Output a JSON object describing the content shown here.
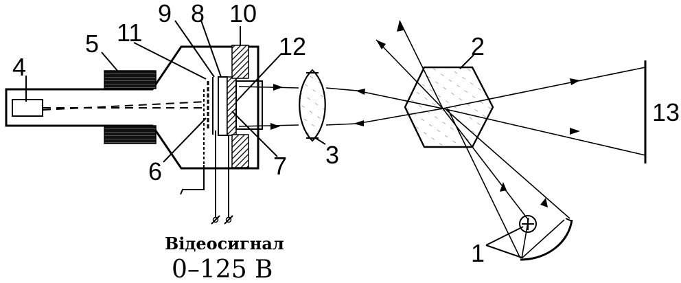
{
  "labels": {
    "n1": "1",
    "n2": "2",
    "n3": "3",
    "n4": "4",
    "n5": "5",
    "n6": "6",
    "n7": "7",
    "n8": "8",
    "n9": "9",
    "n10": "10",
    "n11": "11",
    "n12": "12",
    "n13": "13"
  },
  "caption": "Відеосигнал",
  "voltage": "0–125 В"
}
